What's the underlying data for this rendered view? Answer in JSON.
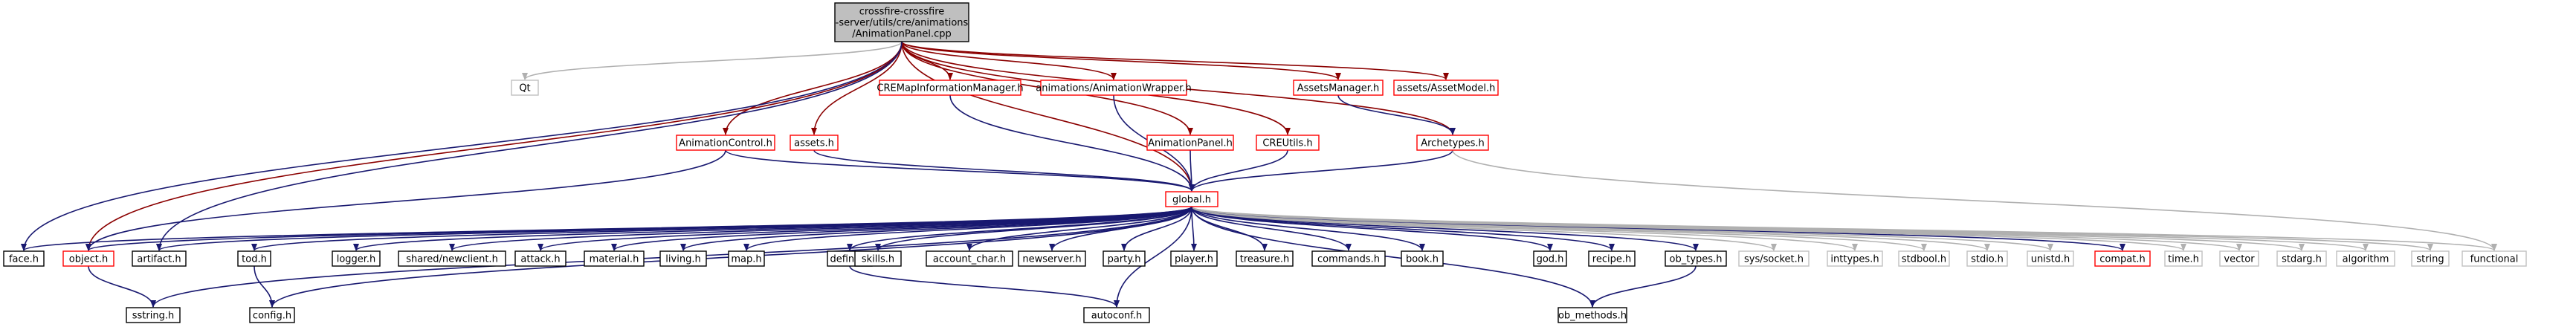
{
  "title": "crossfire-crossfire-server/utils/cre/animations/AnimationPanel.cpp",
  "colors": {
    "root_fill": "#bfbfbf",
    "root_border": "#000000",
    "red": "#ff0000",
    "black": "#000000",
    "gray": "#c0c0c0",
    "edge_navy": "#191970",
    "edge_red": "#8b0000",
    "edge_gray": "#b0b0b0"
  },
  "nodes": [
    {
      "id": "root",
      "label": [
        "crossfire-crossfire",
        "-server/utils/cre/animations",
        "/AnimationPanel.cpp"
      ],
      "style": "root"
    },
    {
      "id": "qt",
      "label": [
        "Qt"
      ],
      "style": "gray"
    },
    {
      "id": "cremap",
      "label": [
        "CREMapInformationManager.h"
      ],
      "style": "red"
    },
    {
      "id": "animwrap",
      "label": [
        "animations/AnimationWrapper.h"
      ],
      "style": "red"
    },
    {
      "id": "assetsmgr",
      "label": [
        "AssetsManager.h"
      ],
      "style": "red"
    },
    {
      "id": "assetmodel",
      "label": [
        "assets/AssetModel.h"
      ],
      "style": "red"
    },
    {
      "id": "animctrl",
      "label": [
        "AnimationControl.h"
      ],
      "style": "red"
    },
    {
      "id": "assets",
      "label": [
        "assets.h"
      ],
      "style": "red"
    },
    {
      "id": "animpanel",
      "label": [
        "AnimationPanel.h"
      ],
      "style": "red"
    },
    {
      "id": "creutils",
      "label": [
        "CREUtils.h"
      ],
      "style": "red"
    },
    {
      "id": "archetypes",
      "label": [
        "Archetypes.h"
      ],
      "style": "red"
    },
    {
      "id": "global",
      "label": [
        "global.h"
      ],
      "style": "red"
    },
    {
      "id": "face",
      "label": [
        "face.h"
      ],
      "style": "black"
    },
    {
      "id": "object",
      "label": [
        "object.h"
      ],
      "style": "red"
    },
    {
      "id": "artifact",
      "label": [
        "artifact.h"
      ],
      "style": "black"
    },
    {
      "id": "tod",
      "label": [
        "tod.h"
      ],
      "style": "black"
    },
    {
      "id": "logger",
      "label": [
        "logger.h"
      ],
      "style": "black"
    },
    {
      "id": "newclient",
      "label": [
        "shared/newclient.h"
      ],
      "style": "black"
    },
    {
      "id": "attack",
      "label": [
        "attack.h"
      ],
      "style": "black"
    },
    {
      "id": "material",
      "label": [
        "material.h"
      ],
      "style": "black"
    },
    {
      "id": "living",
      "label": [
        "living.h"
      ],
      "style": "black"
    },
    {
      "id": "map",
      "label": [
        "map.h"
      ],
      "style": "black"
    },
    {
      "id": "define",
      "label": [
        "define.h"
      ],
      "style": "black"
    },
    {
      "id": "skills",
      "label": [
        "skills.h"
      ],
      "style": "black"
    },
    {
      "id": "account",
      "label": [
        "account_char.h"
      ],
      "style": "black"
    },
    {
      "id": "newserver",
      "label": [
        "newserver.h"
      ],
      "style": "black"
    },
    {
      "id": "party",
      "label": [
        "party.h"
      ],
      "style": "black"
    },
    {
      "id": "player",
      "label": [
        "player.h"
      ],
      "style": "black"
    },
    {
      "id": "treasure",
      "label": [
        "treasure.h"
      ],
      "style": "black"
    },
    {
      "id": "commands",
      "label": [
        "commands.h"
      ],
      "style": "black"
    },
    {
      "id": "book",
      "label": [
        "book.h"
      ],
      "style": "black"
    },
    {
      "id": "god",
      "label": [
        "god.h"
      ],
      "style": "black"
    },
    {
      "id": "recipe",
      "label": [
        "recipe.h"
      ],
      "style": "black"
    },
    {
      "id": "obtypes",
      "label": [
        "ob_types.h"
      ],
      "style": "black"
    },
    {
      "id": "syssocket",
      "label": [
        "sys/socket.h"
      ],
      "style": "gray"
    },
    {
      "id": "inttypes",
      "label": [
        "inttypes.h"
      ],
      "style": "gray"
    },
    {
      "id": "stdbool",
      "label": [
        "stdbool.h"
      ],
      "style": "gray"
    },
    {
      "id": "stdio",
      "label": [
        "stdio.h"
      ],
      "style": "gray"
    },
    {
      "id": "unistd",
      "label": [
        "unistd.h"
      ],
      "style": "gray"
    },
    {
      "id": "compat",
      "label": [
        "compat.h"
      ],
      "style": "red"
    },
    {
      "id": "time",
      "label": [
        "time.h"
      ],
      "style": "gray"
    },
    {
      "id": "vector",
      "label": [
        "vector"
      ],
      "style": "gray"
    },
    {
      "id": "stdarg",
      "label": [
        "stdarg.h"
      ],
      "style": "gray"
    },
    {
      "id": "algorithm",
      "label": [
        "algorithm"
      ],
      "style": "gray"
    },
    {
      "id": "string",
      "label": [
        "string"
      ],
      "style": "gray"
    },
    {
      "id": "functional",
      "label": [
        "functional"
      ],
      "style": "gray"
    },
    {
      "id": "sstring",
      "label": [
        "sstring.h"
      ],
      "style": "black"
    },
    {
      "id": "config",
      "label": [
        "config.h"
      ],
      "style": "black"
    },
    {
      "id": "autoconf",
      "label": [
        "autoconf.h"
      ],
      "style": "black"
    },
    {
      "id": "obmethods",
      "label": [
        "ob_methods.h"
      ],
      "style": "black"
    }
  ],
  "edges": [
    [
      "root",
      "qt"
    ],
    [
      "root",
      "cremap"
    ],
    [
      "root",
      "animwrap"
    ],
    [
      "root",
      "assetsmgr"
    ],
    [
      "root",
      "assetmodel"
    ],
    [
      "root",
      "animctrl"
    ],
    [
      "root",
      "assets"
    ],
    [
      "root",
      "animpanel"
    ],
    [
      "root",
      "creutils"
    ],
    [
      "root",
      "archetypes"
    ],
    [
      "root",
      "global"
    ],
    [
      "root",
      "face"
    ],
    [
      "root",
      "object"
    ],
    [
      "root",
      "artifact"
    ],
    [
      "cremap",
      "global"
    ],
    [
      "animwrap",
      "global"
    ],
    [
      "animpanel",
      "global"
    ],
    [
      "creutils",
      "global"
    ],
    [
      "assets",
      "global"
    ],
    [
      "assetsmgr",
      "archetypes"
    ],
    [
      "archetypes",
      "global"
    ],
    [
      "archetypes",
      "functional"
    ],
    [
      "animctrl",
      "global"
    ],
    [
      "animctrl",
      "object"
    ],
    [
      "global",
      "face"
    ],
    [
      "global",
      "object"
    ],
    [
      "global",
      "artifact"
    ],
    [
      "global",
      "tod"
    ],
    [
      "global",
      "logger"
    ],
    [
      "global",
      "newclient"
    ],
    [
      "global",
      "attack"
    ],
    [
      "global",
      "material"
    ],
    [
      "global",
      "living"
    ],
    [
      "global",
      "map"
    ],
    [
      "global",
      "define"
    ],
    [
      "global",
      "skills"
    ],
    [
      "global",
      "account"
    ],
    [
      "global",
      "newserver"
    ],
    [
      "global",
      "party"
    ],
    [
      "global",
      "player"
    ],
    [
      "global",
      "treasure"
    ],
    [
      "global",
      "commands"
    ],
    [
      "global",
      "book"
    ],
    [
      "global",
      "god"
    ],
    [
      "global",
      "recipe"
    ],
    [
      "global",
      "obtypes"
    ],
    [
      "global",
      "syssocket"
    ],
    [
      "global",
      "inttypes"
    ],
    [
      "global",
      "stdbool"
    ],
    [
      "global",
      "stdio"
    ],
    [
      "global",
      "unistd"
    ],
    [
      "global",
      "compat"
    ],
    [
      "global",
      "time"
    ],
    [
      "global",
      "vector"
    ],
    [
      "global",
      "stdarg"
    ],
    [
      "global",
      "algorithm"
    ],
    [
      "global",
      "string"
    ],
    [
      "global",
      "functional"
    ],
    [
      "global",
      "sstring"
    ],
    [
      "global",
      "config"
    ],
    [
      "global",
      "autoconf"
    ],
    [
      "global",
      "obmethods"
    ],
    [
      "object",
      "sstring"
    ],
    [
      "tod",
      "config"
    ],
    [
      "define",
      "autoconf"
    ],
    [
      "obtypes",
      "obmethods"
    ]
  ]
}
